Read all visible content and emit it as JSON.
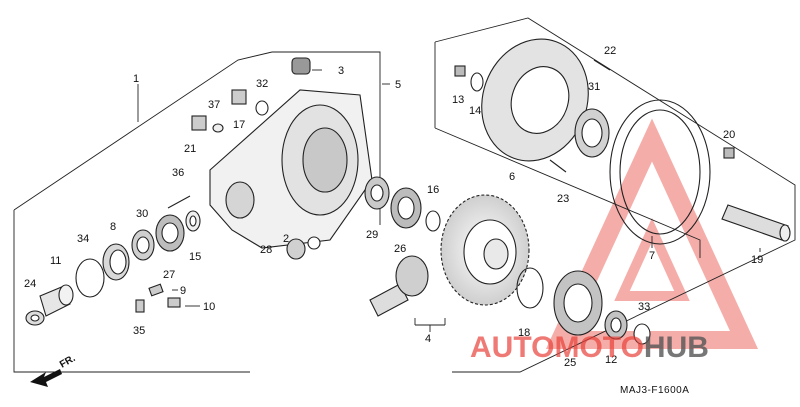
{
  "diagram_code": "MAJ3-F1600A",
  "front_arrow_label": "FR.",
  "watermark": {
    "part1": "AUTOM",
    "part2": "OTO",
    "part3": "HUB",
    "color_red": "#e8423b",
    "color_gray": "#555555"
  },
  "callouts": {
    "c1": "1",
    "c2": "2",
    "c3": "3",
    "c4": "4",
    "c5": "5",
    "c6": "6",
    "c7": "7",
    "c8": "8",
    "c9": "9",
    "c10": "10",
    "c11": "11",
    "c12": "12",
    "c13": "13",
    "c14": "14",
    "c15": "15",
    "c16": "16",
    "c17": "17",
    "c18": "18",
    "c19": "19",
    "c20": "20",
    "c21": "21",
    "c22": "22",
    "c23": "23",
    "c24": "24",
    "c25": "25",
    "c26": "26",
    "c27": "27",
    "c28": "28",
    "c29": "29",
    "c30": "30",
    "c31": "31",
    "c32": "32",
    "c33": "33",
    "c34": "34",
    "c35": "35",
    "c36": "36",
    "c37": "37"
  }
}
